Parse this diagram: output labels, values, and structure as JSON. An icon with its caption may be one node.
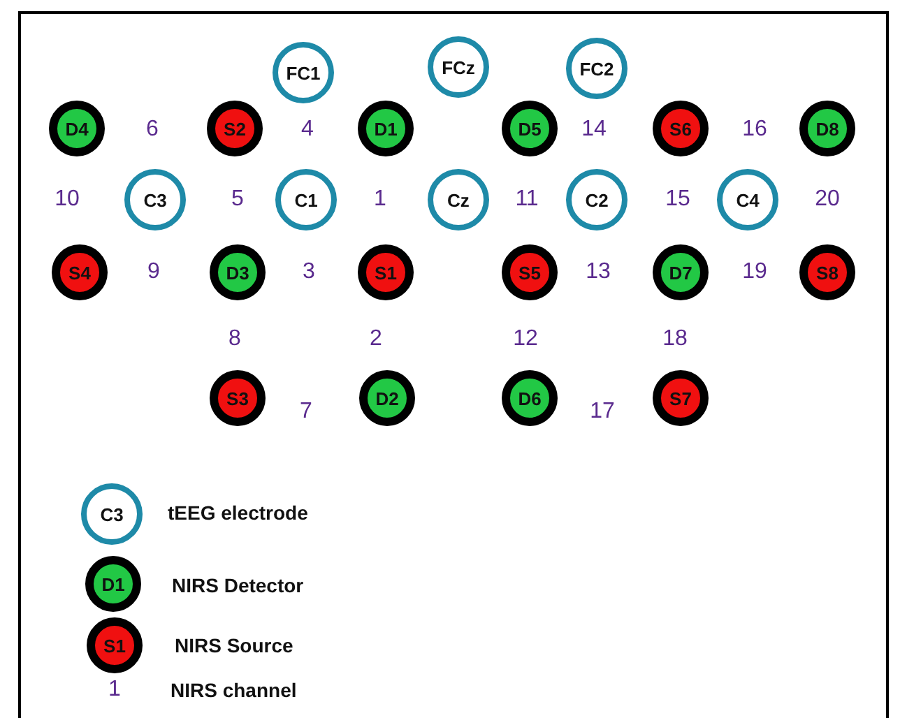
{
  "diagram": {
    "nodes": [
      {
        "text": [
          "FC1"
        ]
      },
      {
        "text": [
          "FCz"
        ]
      },
      {
        "text": [
          "FC2"
        ]
      },
      {
        "text": [
          "D4"
        ]
      },
      {
        "text": [
          "S2"
        ]
      },
      {
        "text": [
          "D1"
        ]
      },
      {
        "text": [
          "D5"
        ]
      },
      {
        "text": [
          "S6"
        ]
      },
      {
        "text": [
          "D8"
        ]
      },
      {
        "text": [
          "C3"
        ]
      },
      {
        "text": [
          "C1"
        ]
      },
      {
        "text": [
          "Cz"
        ]
      },
      {
        "text": [
          "C2"
        ]
      },
      {
        "text": [
          "C4"
        ]
      },
      {
        "text": [
          "S4"
        ]
      },
      {
        "text": [
          "D3"
        ]
      },
      {
        "text": [
          "S1"
        ]
      },
      {
        "text": [
          "S5"
        ]
      },
      {
        "text": [
          "D7"
        ]
      },
      {
        "text": [
          "S8"
        ]
      },
      {
        "text": [
          "S3"
        ]
      },
      {
        "text": [
          "D2"
        ]
      },
      {
        "text": [
          "D6"
        ]
      },
      {
        "text": [
          "S7"
        ]
      },
      {
        "text": [
          "C3"
        ]
      },
      {
        "text": [
          "D1"
        ]
      },
      {
        "text": [
          "S1"
        ]
      }
    ],
    "labels": [
      "6",
      "4",
      "14",
      "16",
      "10",
      "5",
      "1",
      "11",
      "15",
      "20",
      "9",
      "3",
      "13",
      "19",
      "8",
      "2",
      "12",
      "18",
      "7",
      "17",
      "1"
    ],
    "legend": [
      {
        "text": "tEEG electrode"
      },
      {
        "text": "NIRS Detector"
      },
      {
        "text": "NIRS Source"
      },
      {
        "text": "NIRS channel"
      }
    ]
  }
}
